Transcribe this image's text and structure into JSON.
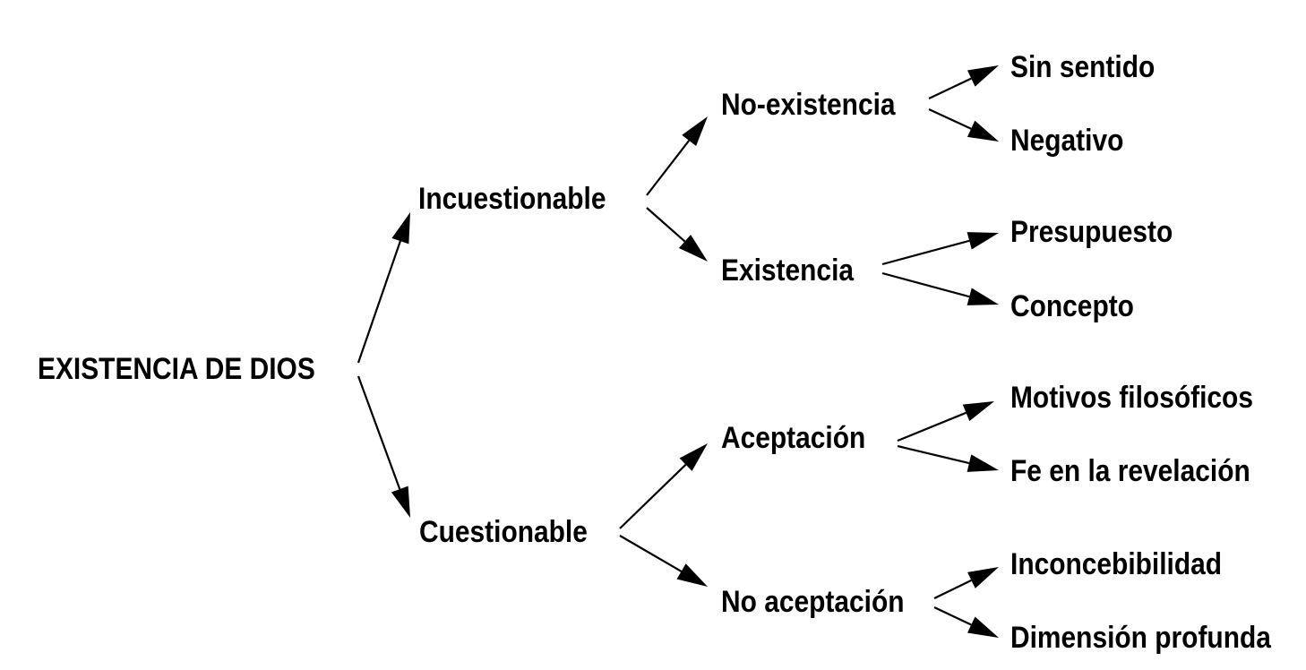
{
  "diagram": {
    "root": "EXISTENCIA DE DIOS",
    "level1": [
      "Incuestionable",
      "Cuestionable"
    ],
    "level2": [
      "No-existencia",
      "Existencia",
      "Aceptación",
      "No aceptación"
    ],
    "level3": [
      "Sin sentido",
      "Negativo",
      "Presupuesto",
      "Concepto",
      "Motivos filosóficos",
      "Fe en la revelación",
      "Inconcebibilidad",
      "Dimensión profunda"
    ],
    "edges": [
      [
        "EXISTENCIA DE DIOS",
        "Incuestionable"
      ],
      [
        "EXISTENCIA DE DIOS",
        "Cuestionable"
      ],
      [
        "Incuestionable",
        "No-existencia"
      ],
      [
        "Incuestionable",
        "Existencia"
      ],
      [
        "Cuestionable",
        "Aceptación"
      ],
      [
        "Cuestionable",
        "No aceptación"
      ],
      [
        "No-existencia",
        "Sin sentido"
      ],
      [
        "No-existencia",
        "Negativo"
      ],
      [
        "Existencia",
        "Presupuesto"
      ],
      [
        "Existencia",
        "Concepto"
      ],
      [
        "Aceptación",
        "Motivos filosóficos"
      ],
      [
        "Aceptación",
        "Fe en la revelación"
      ],
      [
        "No aceptación",
        "Inconcebibilidad"
      ],
      [
        "No aceptación",
        "Dimensión profunda"
      ]
    ]
  }
}
